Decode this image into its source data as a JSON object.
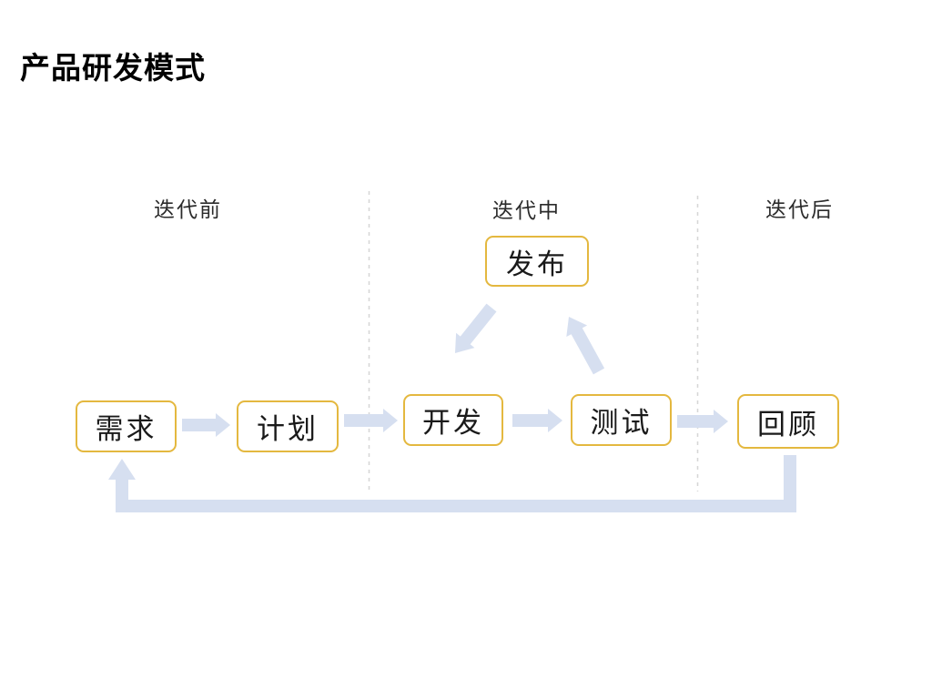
{
  "title": "产品研发模式",
  "phases": [
    {
      "label": "迭代前"
    },
    {
      "label": "迭代中"
    },
    {
      "label": "迭代后"
    }
  ],
  "nodes": {
    "release": "发布",
    "requirements": "需求",
    "plan": "计划",
    "develop": "开发",
    "test": "测试",
    "review": "回顾"
  },
  "edges": [
    {
      "from": "需求",
      "to": "计划"
    },
    {
      "from": "计划",
      "to": "开发"
    },
    {
      "from": "开发",
      "to": "测试"
    },
    {
      "from": "测试",
      "to": "回顾"
    },
    {
      "from": "测试",
      "to": "发布"
    },
    {
      "from": "发布",
      "to": "开发"
    },
    {
      "from": "回顾",
      "to": "需求",
      "type": "feedback-loop"
    }
  ],
  "colors": {
    "node_border": "#E4B83F",
    "arrow": "#D6DFF0",
    "divider": "#D6D6D6",
    "title_text": "#000000",
    "label_text": "#2B2B2B"
  }
}
